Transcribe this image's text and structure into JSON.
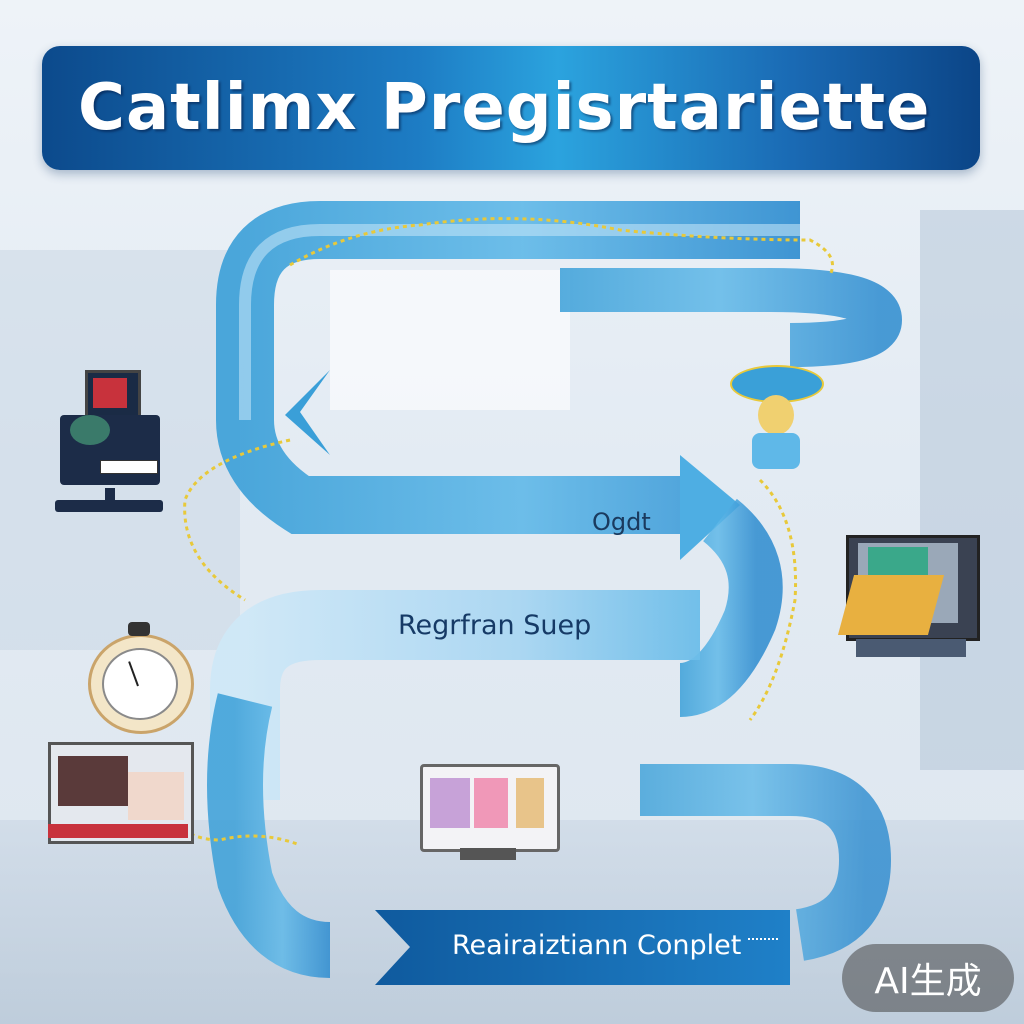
{
  "header": {
    "title": "Catlimx Pregisrtariette"
  },
  "steps": [
    {
      "label": "Ogdt"
    },
    {
      "label": "Regrfran Suep"
    },
    {
      "label": "Reairaiztiann Conplet"
    }
  ],
  "watermark": {
    "text": "AI生成"
  },
  "colors": {
    "banner_dark": "#0c4a8c",
    "arrow_blue": "#3a9fd8",
    "arrow_light": "#9fd2f0",
    "dotted_line": "#e8c93a"
  },
  "icons": [
    "monitor-icon",
    "stopwatch-icon",
    "laptop-icon",
    "computer-icon",
    "web-page-icon",
    "character-icon"
  ]
}
